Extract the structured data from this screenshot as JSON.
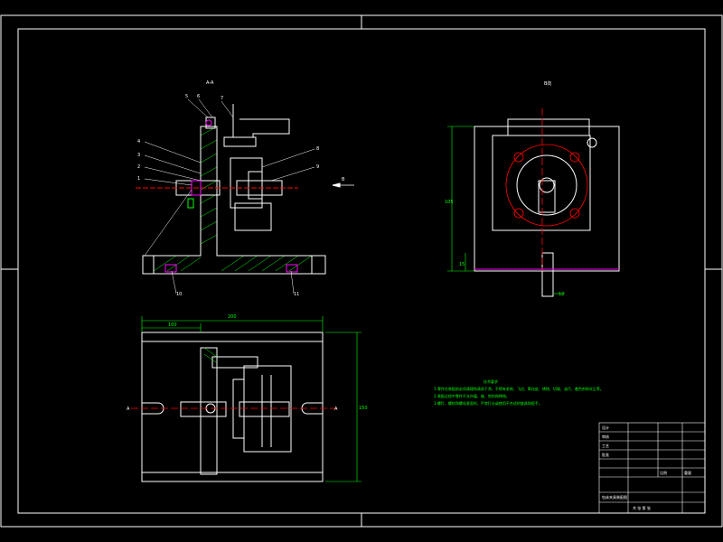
{
  "colors": {
    "background": "#000000",
    "outline": "#ffffff",
    "dimension": "#00ff00",
    "hatch": "#00ff00",
    "center_line": "#ff0000",
    "highlight": "#ff00ff",
    "section_arrow": "#00ffff"
  },
  "views": {
    "front_section_title": "A-A",
    "side_view_title": "B向",
    "part_numbers": [
      "1",
      "2",
      "3",
      "4",
      "5",
      "6",
      "7",
      "8",
      "9",
      "10",
      "11"
    ],
    "view_arrow_label": "B",
    "section_mark_left": "A",
    "section_mark_right": "A"
  },
  "dimensions": {
    "plan_length": "200",
    "plan_offset": "100",
    "plan_height": "150",
    "side_height": "105",
    "side_base": "15",
    "side_pin": "12"
  },
  "notes": {
    "title": "技术要求",
    "lines": [
      "1.零件在装配前必须清理和清洗干净，不得有毛刺、飞边、氧化皮、锈蚀、切屑、油污、着色剂和灰尘等。",
      "2.装配过程中零件不允许磕、碰、划伤和锈蚀。",
      "3.螺钉、螺栓和螺母紧固时，严禁打击或使用不合适的旋具和扳手。"
    ]
  },
  "title_block": {
    "designer": "设计",
    "checker": "审核",
    "process": "工艺",
    "approve": "批准",
    "scale": "比例",
    "weight": "重量",
    "sheet": "共 张 第 张",
    "drawing_name": "钻床夹具装配图"
  }
}
